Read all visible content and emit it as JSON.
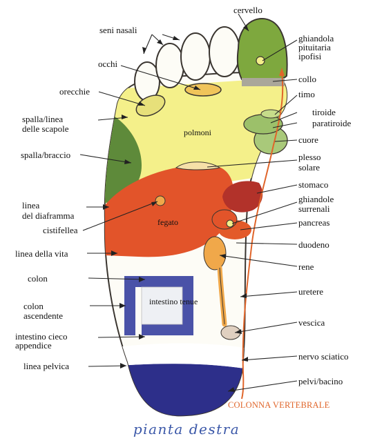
{
  "labels": {
    "cervello": "cervello",
    "seni_nasali": "seni nasali",
    "ghiandola": "ghiandola",
    "pituitaria": "pituitaria",
    "ipofisi": "ipofisi",
    "occhi": "occhi",
    "collo": "collo",
    "orecchie": "orecchie",
    "timo": "timo",
    "spalla_linea": "spalla/linea",
    "delle_scapole": "delle scapole",
    "tiroide": "tiroide",
    "paratiroide": "paratiroide",
    "polmoni": "polmoni",
    "cuore": "cuore",
    "spalla_braccio": "spalla/braccio",
    "plesso": "plesso",
    "solare": "solare",
    "stomaco": "stomaco",
    "linea": "linea",
    "del_diaframma": "del diaframma",
    "ghiandole": "ghiandole",
    "surrenali": "surrenali",
    "cistifellea": "cistifellea",
    "fegato": "fegato",
    "pancreas": "pancreas",
    "duodeno": "duodeno",
    "linea_della_vita": "linea della vita",
    "rene": "rene",
    "colon": "colon",
    "uretere": "uretere",
    "colon_2": "colon",
    "ascendente": "ascendente",
    "intestino_tenue": "intestino tenue",
    "vescica": "vescica",
    "intestino_cieco": "intestino cieco",
    "appendice": "appendice",
    "nervo_sciatico": "nervo sciatico",
    "linea_pelvica": "linea pelvica",
    "pelvi_bacino": "pelvi/bacino",
    "colonna_vertebrale": "COLONNA VERTEBRALE"
  },
  "caption": "pianta destra",
  "colors": {
    "lungs": "#f4f08a",
    "liver": "#e2542a",
    "shoulder": "#5e8a3a",
    "brain": "#7ea83e",
    "heart": "#a9c97a",
    "stomach": "#b2322a",
    "colon": "#4a52a8",
    "pelvis": "#2d2f8a",
    "kidney": "#f0a84a",
    "spine": "#e0652a",
    "outline": "#3a3530"
  }
}
